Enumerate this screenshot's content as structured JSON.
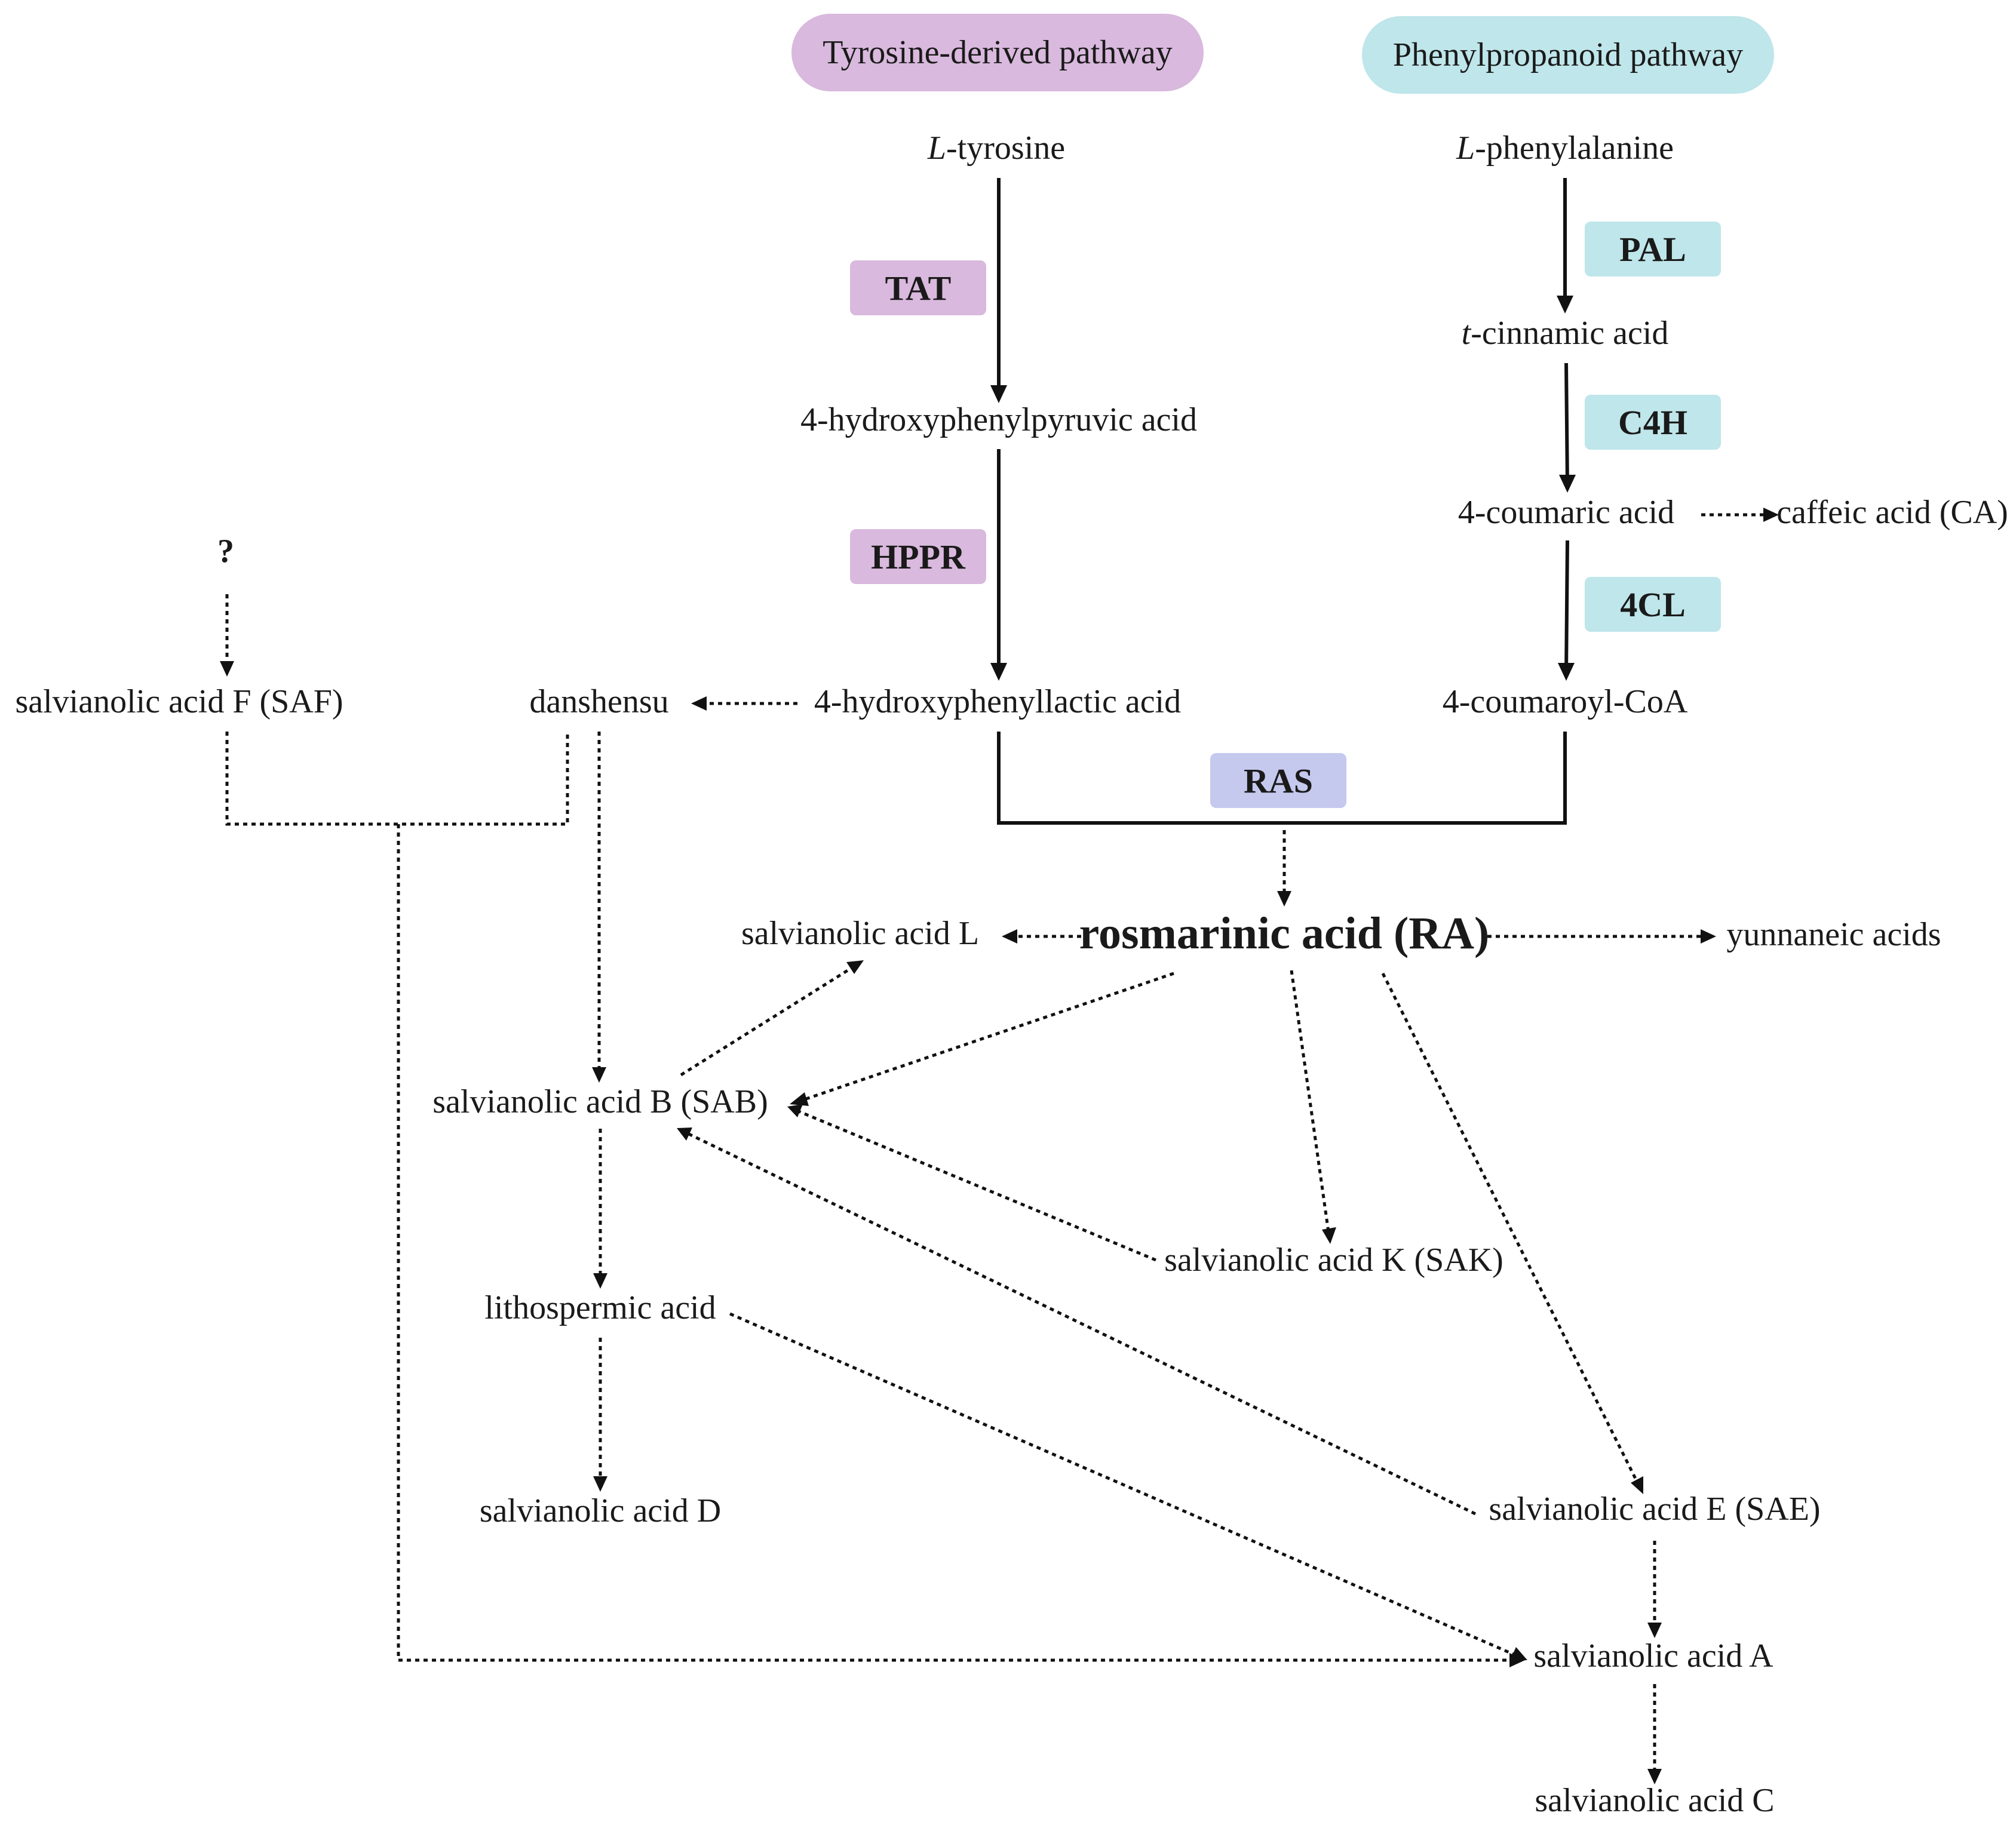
{
  "colors": {
    "tyrosine": "#d9b9dd",
    "phenylpropanoid": "#bfe6ea",
    "ras": "#c5c9ee",
    "line": "#111111"
  },
  "pathways": {
    "tyrosine": "Tyrosine-derived pathway",
    "phenylpropanoid": "Phenylpropanoid pathway"
  },
  "enzymes": {
    "tat": "TAT",
    "hppr": "HPPR",
    "pal": "PAL",
    "c4h": "C4H",
    "cl4": "4CL",
    "ras": "RAS"
  },
  "compounds": {
    "l_tyrosine_prefix": "L",
    "l_tyrosine_rest": "-tyrosine",
    "l_phenylalanine_prefix": "L",
    "l_phenylalanine_rest": "-phenylalanine",
    "hppa": "4-hydroxyphenylpyruvic acid",
    "t_cinnamic_prefix": "t",
    "t_cinnamic_rest": "-cinnamic acid",
    "coumaric": "4-coumaric acid",
    "caffeic": "caffeic acid (CA)",
    "question": "?",
    "saf": "salvianolic acid F (SAF)",
    "danshensu": "danshensu",
    "hpla": "4-hydroxyphenyllactic acid",
    "coumaroyl_coa": "4-coumaroyl-CoA",
    "sal": "salvianolic acid L",
    "ra": "rosmarinic acid (RA)",
    "yunnaneic": "yunnaneic acids",
    "sab": "salvianolic acid B (SAB)",
    "sak": "salvianolic acid K (SAK)",
    "lithospermic": "lithospermic acid",
    "sad": "salvianolic acid D",
    "sae": "salvianolic acid E (SAE)",
    "saa": "salvianolic acid A",
    "sac": "salvianolic acid C"
  }
}
